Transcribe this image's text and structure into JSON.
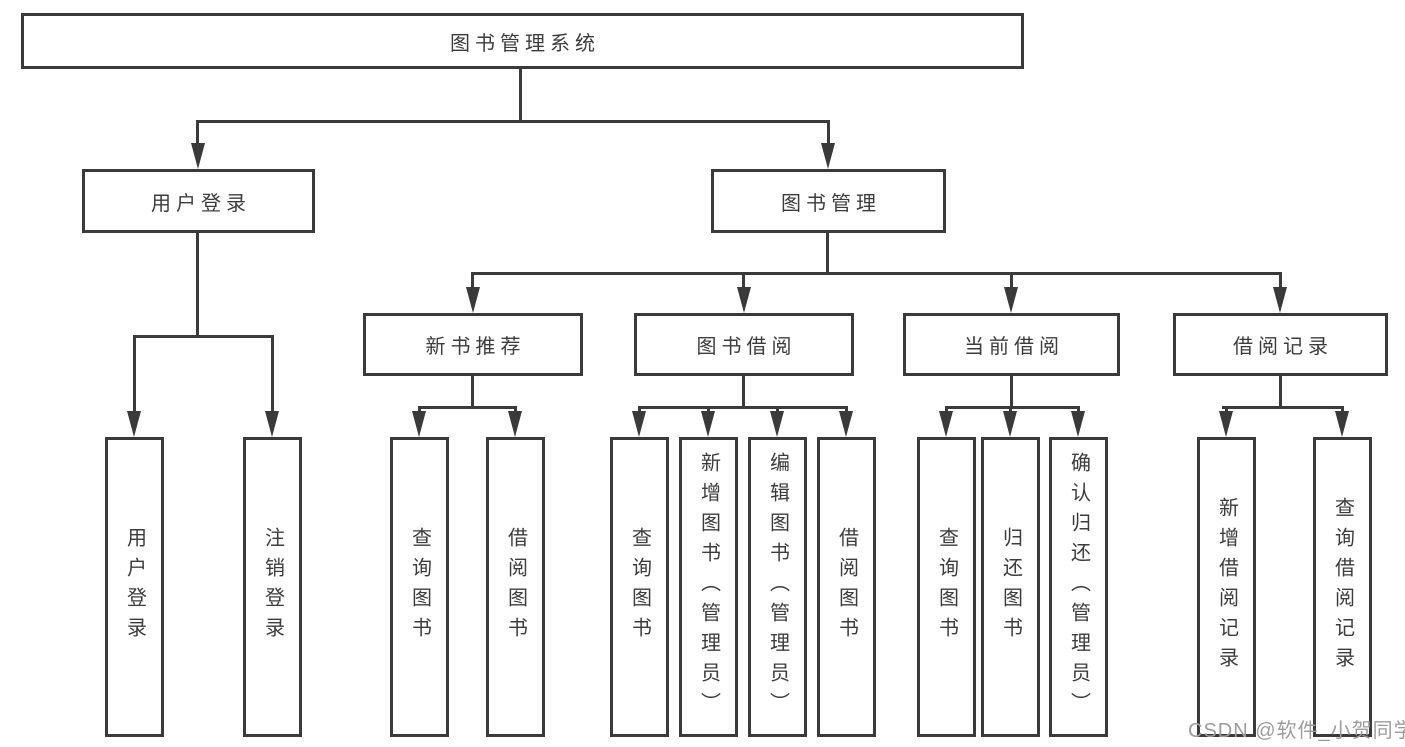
{
  "diagram": {
    "root": "图书管理系统",
    "level2": {
      "user_login": "用户登录",
      "book_mgmt": "图书管理"
    },
    "level3": {
      "new_book": "新书推荐",
      "borrow": "图书借阅",
      "current": "当前借阅",
      "records": "借阅记录"
    },
    "leaves": {
      "user_login": [
        "用户登录",
        "注销登录"
      ],
      "new_book": [
        "查询图书",
        "借阅图书"
      ],
      "borrow": [
        "查询图书",
        "新增图书（管理员）",
        "编辑图书（管理员）",
        "借阅图书"
      ],
      "current": [
        "查询图书",
        "归还图书",
        "确认归还（管理员）"
      ],
      "records": [
        "新增借阅记录",
        "查询借阅记录"
      ]
    }
  },
  "watermark": "CSDN @软件_小贺同学",
  "colors": {
    "line": "#3a3a3a",
    "text": "#3c3c3c",
    "watermark": "#9c9c9c",
    "background": "#ffffff"
  }
}
